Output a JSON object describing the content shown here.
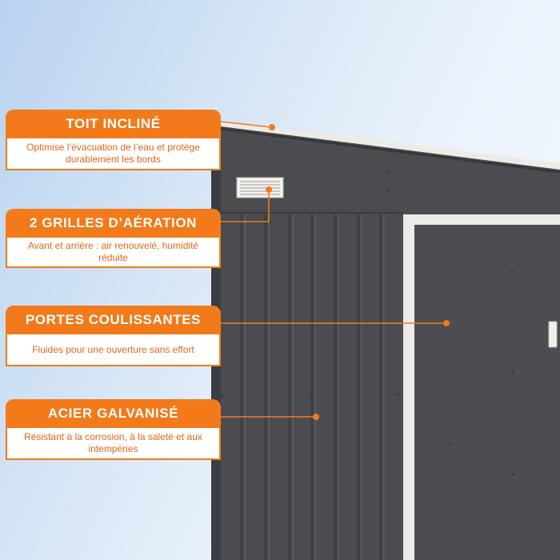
{
  "colors": {
    "accent": "#f27a1a",
    "accent_text": "#e0651a",
    "panel": "#4a4c50",
    "trim": "#ecebe6"
  },
  "callouts": [
    {
      "id": "roof",
      "title": "TOIT INCLINÉ",
      "description": "Optimise l’évacuation de l’eau et protège durablement les bords"
    },
    {
      "id": "vents",
      "title": "2 GRILLES D’AÉRATION",
      "description": "Avant et arrière : air renouvelé, humidité réduite"
    },
    {
      "id": "doors",
      "title": "PORTES COULISSANTES",
      "description": "Fluides pour une ouverture sans effort"
    },
    {
      "id": "steel",
      "title": "ACIER GALVANISÉ",
      "description": "Résistant à la corrosion, à la saleté et aux intempéries"
    }
  ]
}
